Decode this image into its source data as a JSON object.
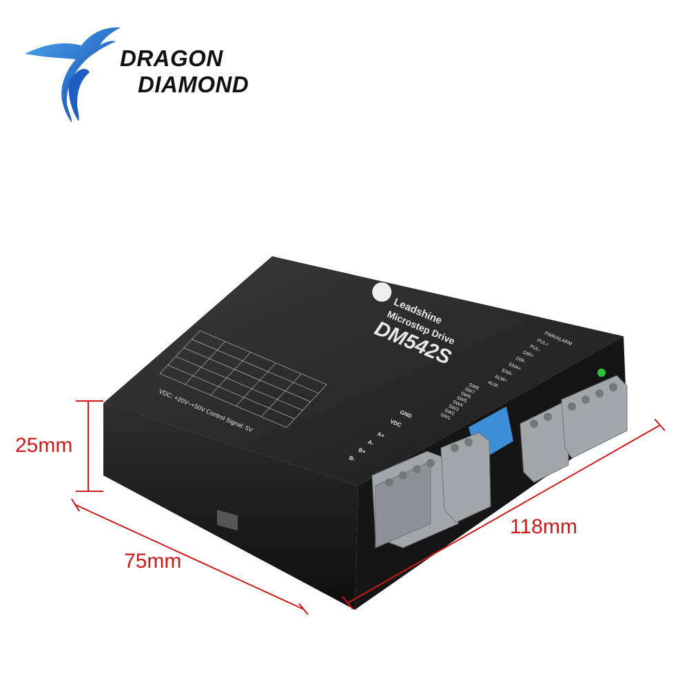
{
  "logo": {
    "line1": "DRAGON",
    "line2": "DIAMOND",
    "color": "#1a6fd0"
  },
  "device": {
    "brand": "Leadshine",
    "subtitle": "Microstep Drive",
    "model": "DM542S",
    "supply_note": "VDC: +20V~+50V  Control Signal: 5V",
    "signal_labels": [
      "PWR/ALARM",
      "PUL+",
      "PUL-",
      "DIR+",
      "DIR-",
      "ENA+",
      "ENA-",
      "ALM+",
      "ALM-"
    ],
    "power_labels": [
      "GND",
      "VDC",
      "A+",
      "A-",
      "B+",
      "B-"
    ],
    "switch_labels": [
      "SW8",
      "SW7",
      "SW6",
      "SW5",
      "SW4",
      "SW3",
      "SW2",
      "SW1"
    ],
    "body_color": "#232323",
    "connector_color": "#a3a7aa",
    "led_color": "#2bc13a"
  },
  "dimensions": {
    "height": "25mm",
    "width": "75mm",
    "length": "118mm",
    "color": "#d01818"
  }
}
